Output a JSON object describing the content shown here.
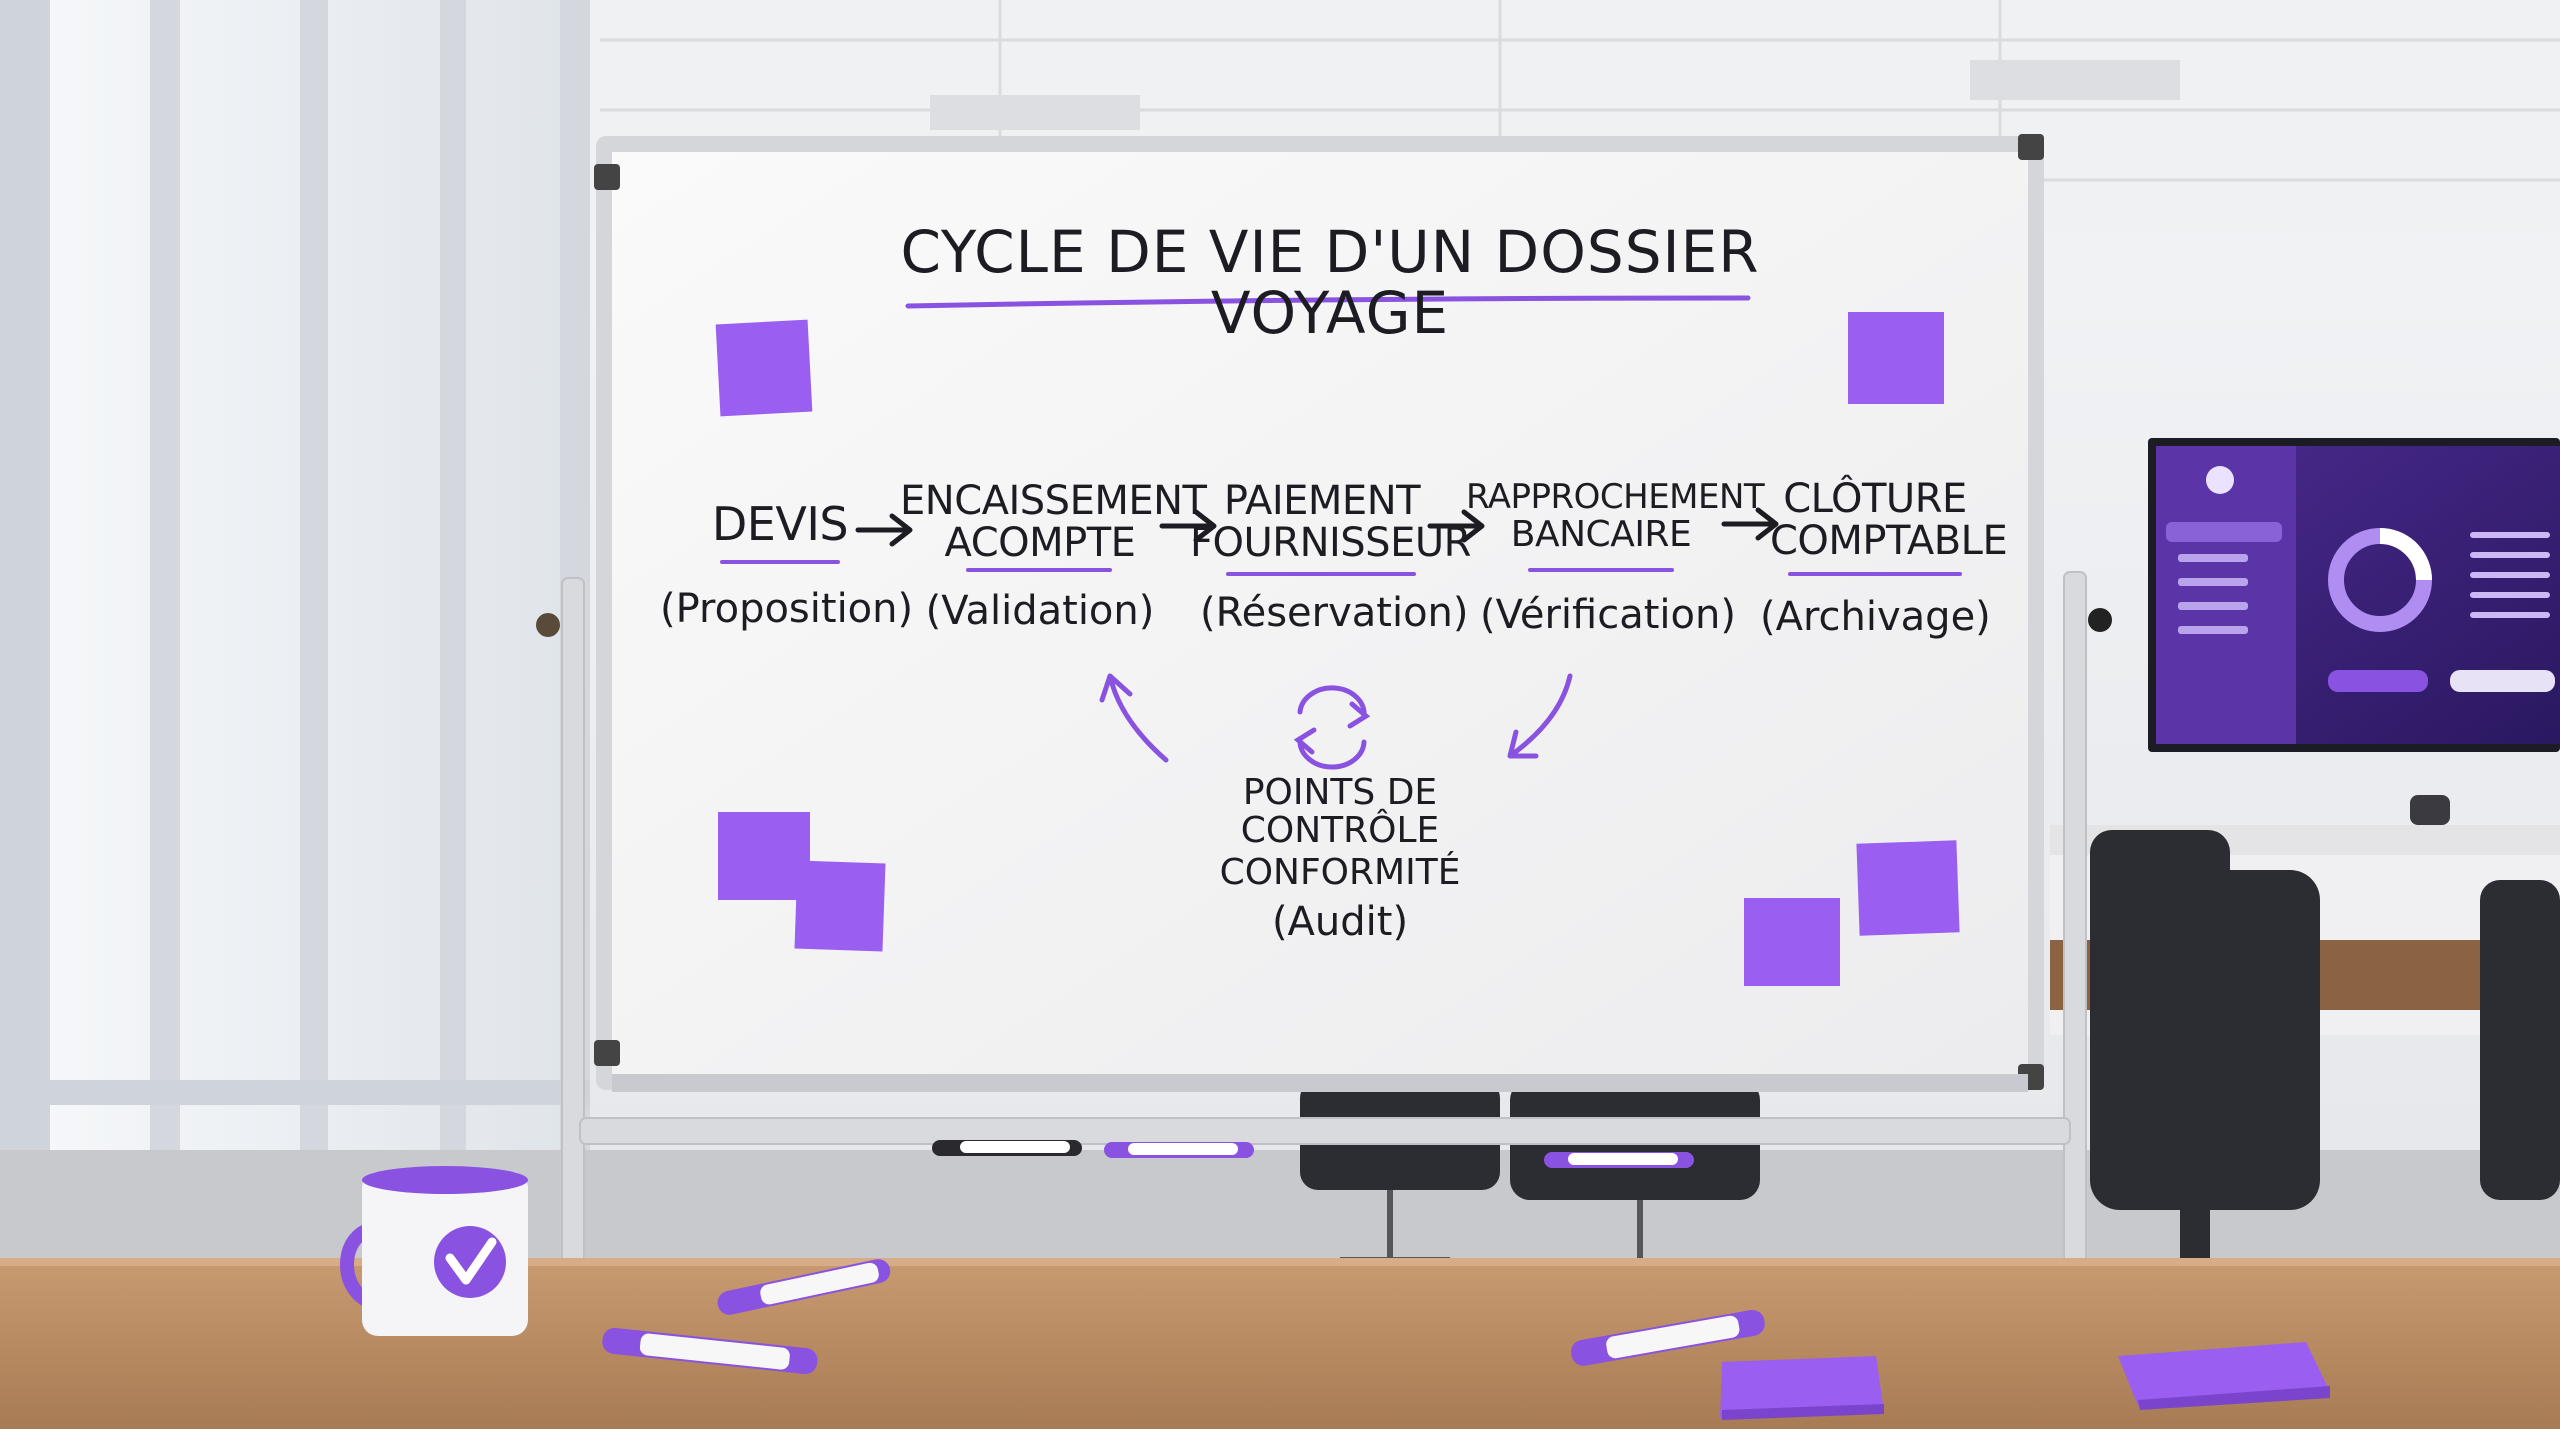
{
  "whiteboard": {
    "title": "CYCLE DE VIE D'UN DOSSIER VOYAGE",
    "stages": [
      {
        "name_line1": "DEVIS",
        "name_line2": "",
        "sub": "(Proposition)"
      },
      {
        "name_line1": "ENCAISSEMENT",
        "name_line2": "ACOMPTE",
        "sub": "(Validation)"
      },
      {
        "name_line1": "PAIEMENT",
        "name_line2": "FOURNISSEUR",
        "sub": "(Réservation)"
      },
      {
        "name_line1": "RAPPROCHEMENT",
        "name_line2": "BANCAIRE",
        "sub": "(Vérification)"
      },
      {
        "name_line1": "CLÔTURE",
        "name_line2": "COMPTABLE",
        "sub": "(Archivage)"
      }
    ],
    "control": {
      "line1": "POINTS DE CONTRÔLE",
      "line2": "CONFORMITÉ",
      "sub": "(Audit)"
    }
  },
  "colors": {
    "accent": "#8a52e0",
    "sticky": "#9a5ef0",
    "ink": "#1c1c22",
    "table": "#b98b62"
  },
  "icons": [
    "brand-check-icon",
    "cycle-arrows-icon",
    "arrow-right-icon",
    "curved-arrow-icon"
  ]
}
